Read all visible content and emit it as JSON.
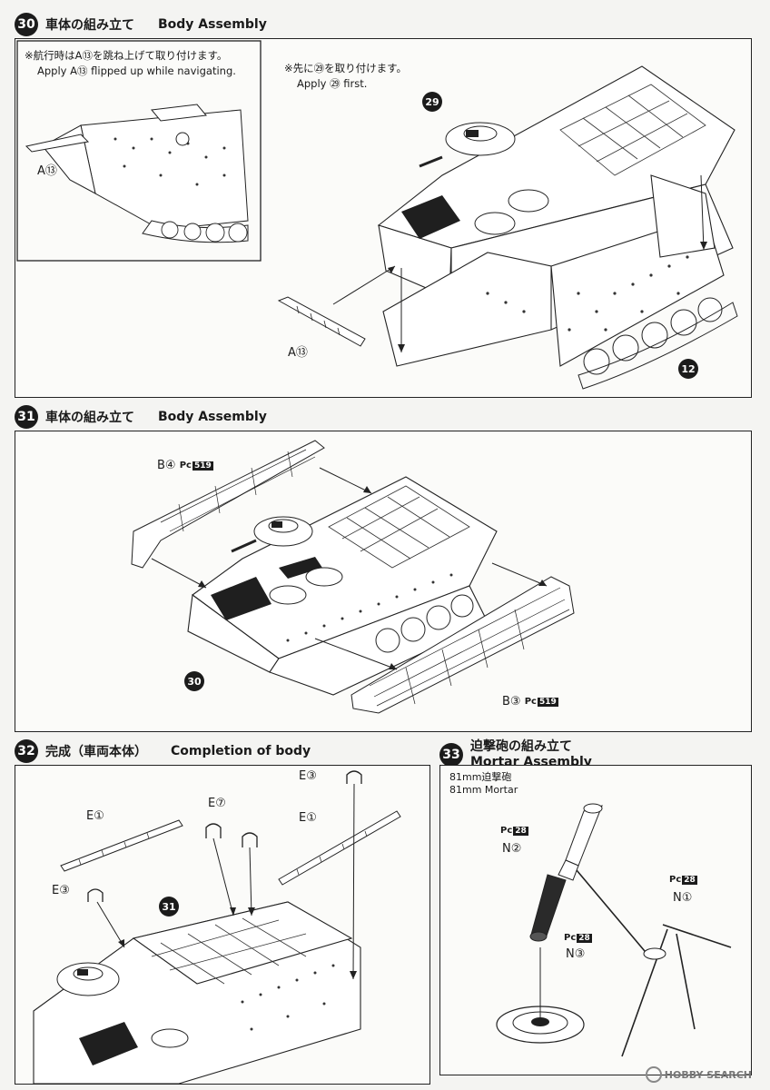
{
  "step30": {
    "num": "30",
    "title_jp": "車体の組み立て",
    "title_en": "Body Assembly",
    "note_left_jp": "※航行時はA⑬を跳ね上げて取り付けます。",
    "note_left_en": "Apply A⑬ flipped up while navigating.",
    "label_a13_inset": "A⑬",
    "note_right_jp": "※先に㉙を取り付けます。",
    "note_right_en": "Apply ㉙ first.",
    "callout_29": "29",
    "label_a13": "A⑬",
    "callout_12": "12"
  },
  "step31": {
    "num": "31",
    "title_jp": "車体の組み立て",
    "title_en": "Body Assembly",
    "label_b4": "B④",
    "pc_b4": "Pc",
    "pc_b4_num": "519",
    "label_b3": "B③",
    "pc_b3": "Pc",
    "pc_b3_num": "519",
    "callout_30": "30"
  },
  "step32": {
    "num": "32",
    "title_jp": "完成（車両本体）",
    "title_en": "Completion of body",
    "label_e3_top": "E③",
    "label_e7": "E⑦",
    "label_e1_left": "E①",
    "label_e1_right": "E①",
    "label_e3_left": "E③",
    "callout_31": "31"
  },
  "step33": {
    "num": "33",
    "title_jp": "迫撃砲の組み立て",
    "title_en": "Mortar Assembly",
    "caption_jp": "81mm迫撃砲",
    "caption_en": "81mm Mortar",
    "pc_n2": "Pc",
    "pc_n2_num": "28",
    "label_n2": "N②",
    "pc_n1": "Pc",
    "pc_n1_num": "28",
    "label_n1": "N①",
    "pc_n3": "Pc",
    "pc_n3_num": "28",
    "label_n3": "N③"
  },
  "watermark": "HOBBY SEARCH"
}
